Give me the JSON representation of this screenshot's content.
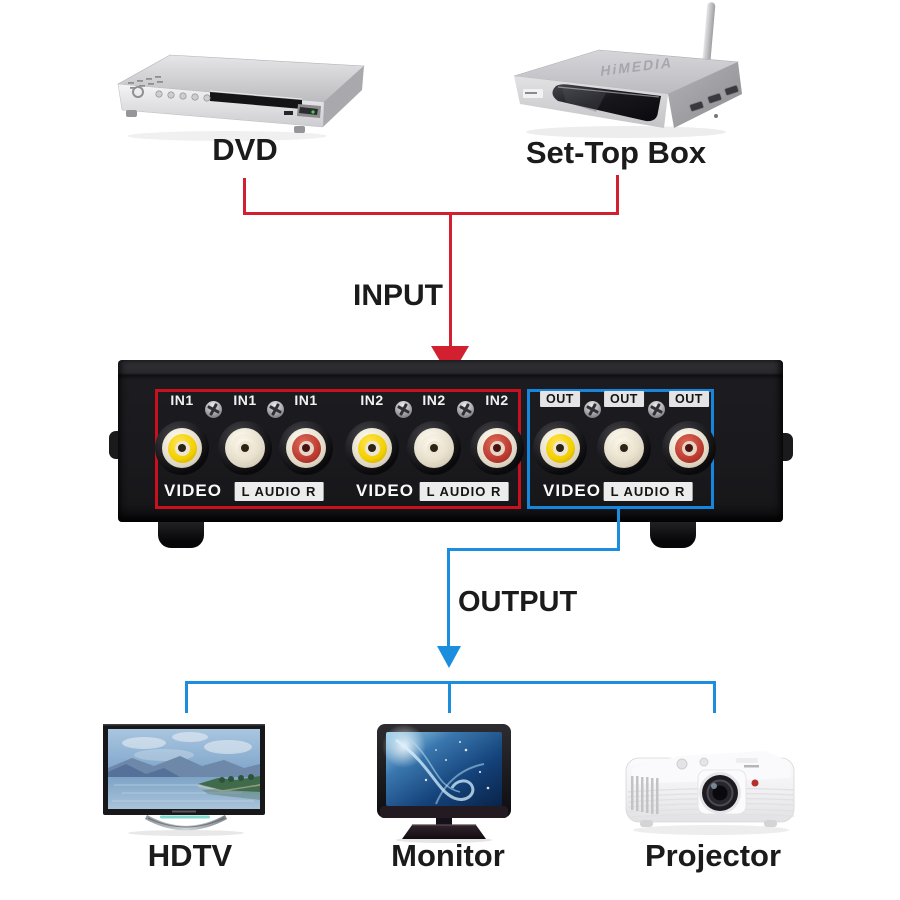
{
  "page": {
    "background": "#ffffff",
    "kind": "av-switch-connection-diagram"
  },
  "sources": {
    "dvd_label": "DVD",
    "set_top_box_label": "Set-Top Box",
    "set_top_box_brand": "HiMEDIA"
  },
  "flow": {
    "input_label": "INPUT",
    "output_label": "OUTPUT",
    "input_line_color": "#d22030",
    "output_line_color": "#1b8ede"
  },
  "switch_panel": {
    "groups": [
      {
        "ports": [
          "IN1",
          "IN1",
          "IN1"
        ],
        "video": "VIDEO",
        "audio": "L AUDIO R"
      },
      {
        "ports": [
          "IN2",
          "IN2",
          "IN2"
        ],
        "video": "VIDEO",
        "audio": "L AUDIO R"
      },
      {
        "ports": [
          "OUT",
          "OUT",
          "OUT"
        ],
        "video": "VIDEO",
        "audio": "L AUDIO R"
      }
    ],
    "jack_colors": [
      "#f2cf00",
      "#efe8d6",
      "#bb3a30"
    ],
    "input_frame_color": "#c8101f",
    "output_frame_color": "#1585dd"
  },
  "sinks": {
    "hdtv_label": "HDTV",
    "monitor_label": "Monitor",
    "projector_label": "Projector"
  }
}
